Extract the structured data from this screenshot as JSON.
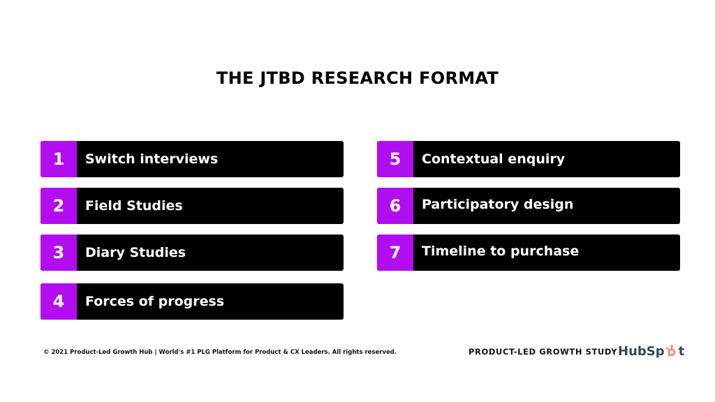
{
  "slide": {
    "title": "THE JTBD RESEARCH FORMAT"
  },
  "items": [
    {
      "num": "1",
      "label": "Switch interviews"
    },
    {
      "num": "2",
      "label": "Field Studies"
    },
    {
      "num": "3",
      "label": "Diary Studies"
    },
    {
      "num": "4",
      "label": "Forces of progress"
    },
    {
      "num": "5",
      "label": "Contextual enquiry"
    },
    {
      "num": "6",
      "label": "Participatory design"
    },
    {
      "num": "7",
      "label": "Timeline to purchase"
    }
  ],
  "footer": {
    "copyright": "© 2021 Product-Led Growth Hub | World's #1 PLG Platform for Product & CX Leaders. All rights reserved.",
    "study": "PRODUCT-LED GROWTH STUDY",
    "logo_text_1": "HubSp",
    "logo_text_2": "t"
  },
  "colors": {
    "accent": "#b20cf0",
    "box": "#000000",
    "logo": "#33475b",
    "logo_accent": "#ff7a59"
  },
  "icons": [
    "hubspot-sprocket-icon"
  ]
}
